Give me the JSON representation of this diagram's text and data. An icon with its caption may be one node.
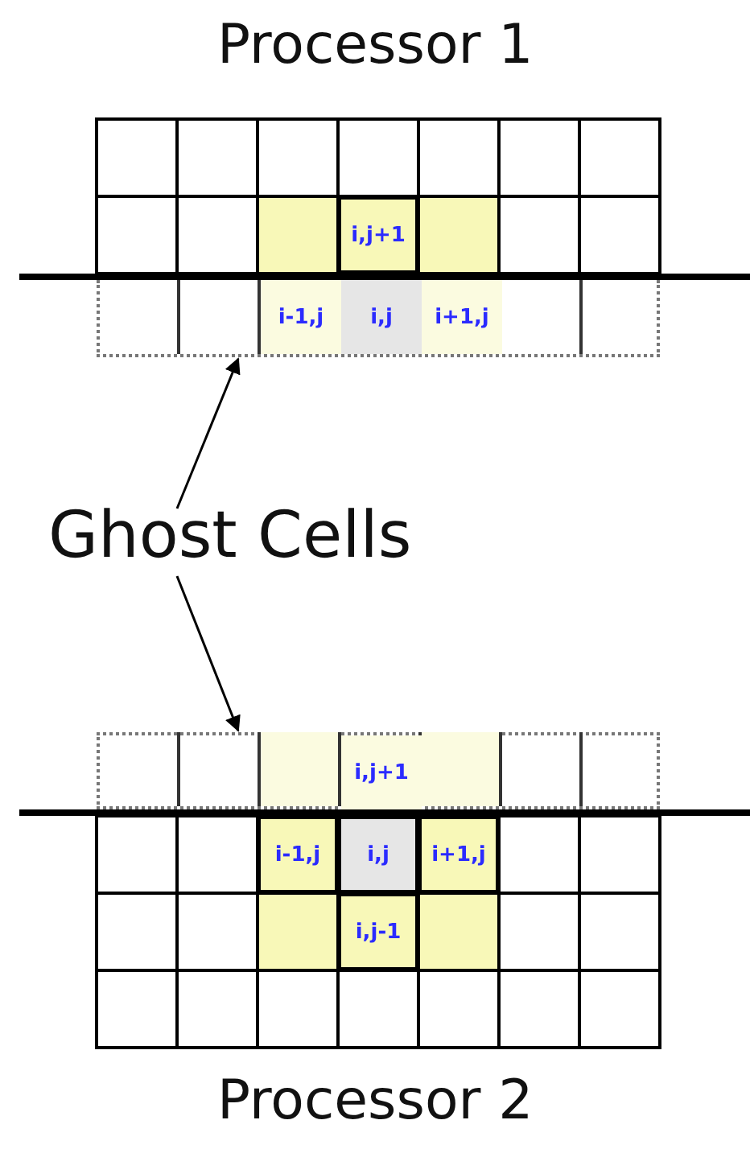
{
  "diagram": {
    "nodes": [
      {
        "text": [
          "i,j+1"
        ]
      },
      {
        "text": [],
        "shape": "box"
      },
      {
        "text": [
          "i-1,j"
        ],
        "in": 1
      },
      {
        "text": [
          "i,j"
        ],
        "in": 1
      },
      {
        "text": [
          "i+1,j"
        ],
        "in": 1
      },
      {
        "text": [
          "Ghost Cells"
        ]
      },
      {
        "text": [],
        "shape": "box"
      },
      {
        "text": [
          "i,j+1"
        ],
        "in": 6
      },
      {
        "text": [
          "i-1,j"
        ]
      },
      {
        "text": [
          "i,j"
        ]
      },
      {
        "text": [
          "i+1,j"
        ]
      },
      {
        "text": [
          "i,j-1"
        ]
      }
    ],
    "edges": [
      {
        "from": 5,
        "to": 1,
        "arrow": "to"
      },
      {
        "from": 5,
        "to": 6,
        "arrow": "to"
      }
    ],
    "labels": [
      "Processor 1",
      "Processor 2"
    ]
  }
}
